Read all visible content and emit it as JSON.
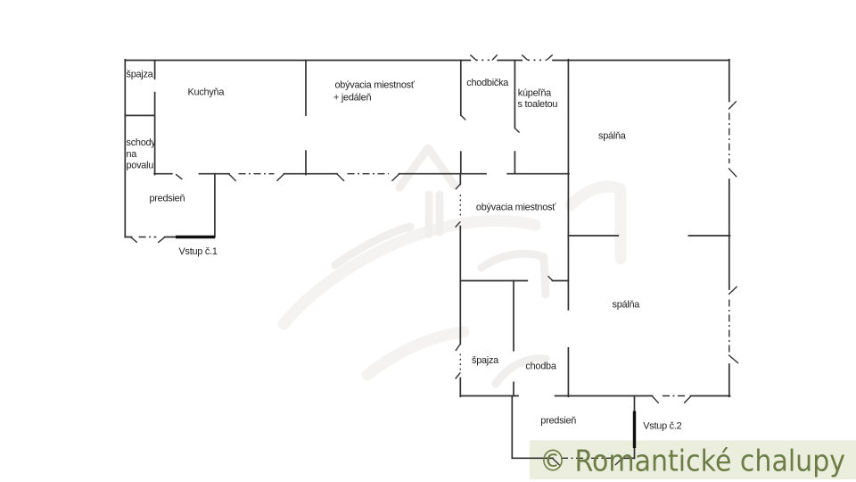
{
  "plan": {
    "rooms": {
      "spajza_top": "špajza",
      "kuchyna": "Kuchyňa",
      "obyvacia_jedalen_line1": "obývacia miestnosť",
      "obyvacia_jedalen_line2": "+ jedáleň",
      "chodbicka": "chodbička",
      "kupelna_line1": "kúpeľňa",
      "kupelna_line2": "s toaletou",
      "spalna_top": "spálňa",
      "schody_line1": "schody",
      "schody_line2": "na",
      "schody_line3": "povalu",
      "predsien_1": "predsieň",
      "vstup_1": "Vstup č.1",
      "obyvacia_2": "obývacia miestnosť",
      "spalna_2": "spálňa",
      "spajza_2": "špajza",
      "chodba": "chodba",
      "predsien_2": "predsieň",
      "vstup_2": "Vstup č.2"
    },
    "watermark": {
      "text": "© Romantické chalupy",
      "text_color": "#6b7c45",
      "bg_color": "#ebeedd"
    },
    "colors": {
      "wall": "#313131",
      "label": "#212121",
      "background": "#ffffff"
    }
  }
}
